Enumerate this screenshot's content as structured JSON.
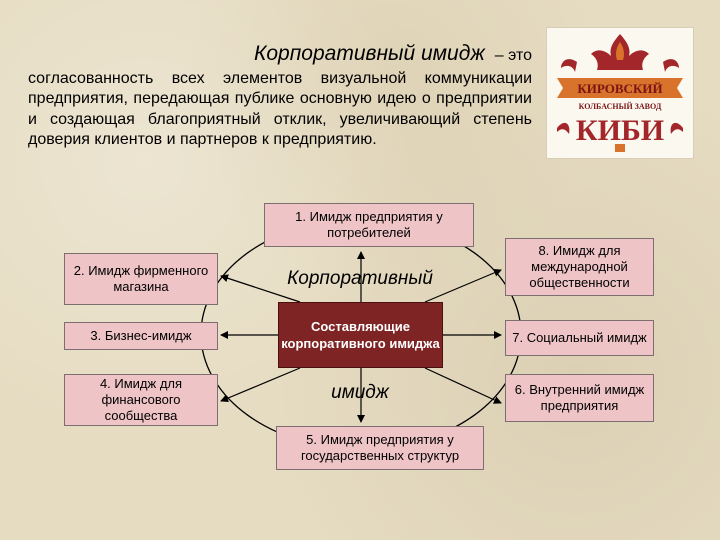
{
  "intro": {
    "term": "Корпоративный имидж",
    "dash": "– это",
    "definition": "согласованность всех элементов визуальной коммуникации предприятия, передающая публике основную идею о предприятии и создающая благоприятный отклик, увеличивающий степень доверия клиентов и партнеров к предприятию."
  },
  "logo": {
    "line1": "КИРОВСКИЙ",
    "line2": "КОЛБАСНЫЙ ЗАВОД",
    "brand": "КИБИ"
  },
  "diagram": {
    "center": "Составляющие корпоративного имиджа",
    "caption_top": "Корпоративный",
    "caption_bottom": "имидж",
    "nodes": {
      "n1": "1. Имидж предприятия у потребителей",
      "n2": "2. Имидж фирменного магазина",
      "n3": "3. Бизнес-имидж",
      "n4": "4. Имидж для финансового сообщества",
      "n5": "5. Имидж предприятия у государственных структур",
      "n6": "6. Внутренний имидж предприятия",
      "n7": "7. Социальный имидж",
      "n8": "8. Имидж для международной общественности"
    }
  },
  "colors": {
    "background": "#e6dcc2",
    "node_fill": "#efc4c6",
    "center_fill": "#7e2424",
    "logo_red": "#a3262a",
    "logo_orange": "#d9722a"
  }
}
